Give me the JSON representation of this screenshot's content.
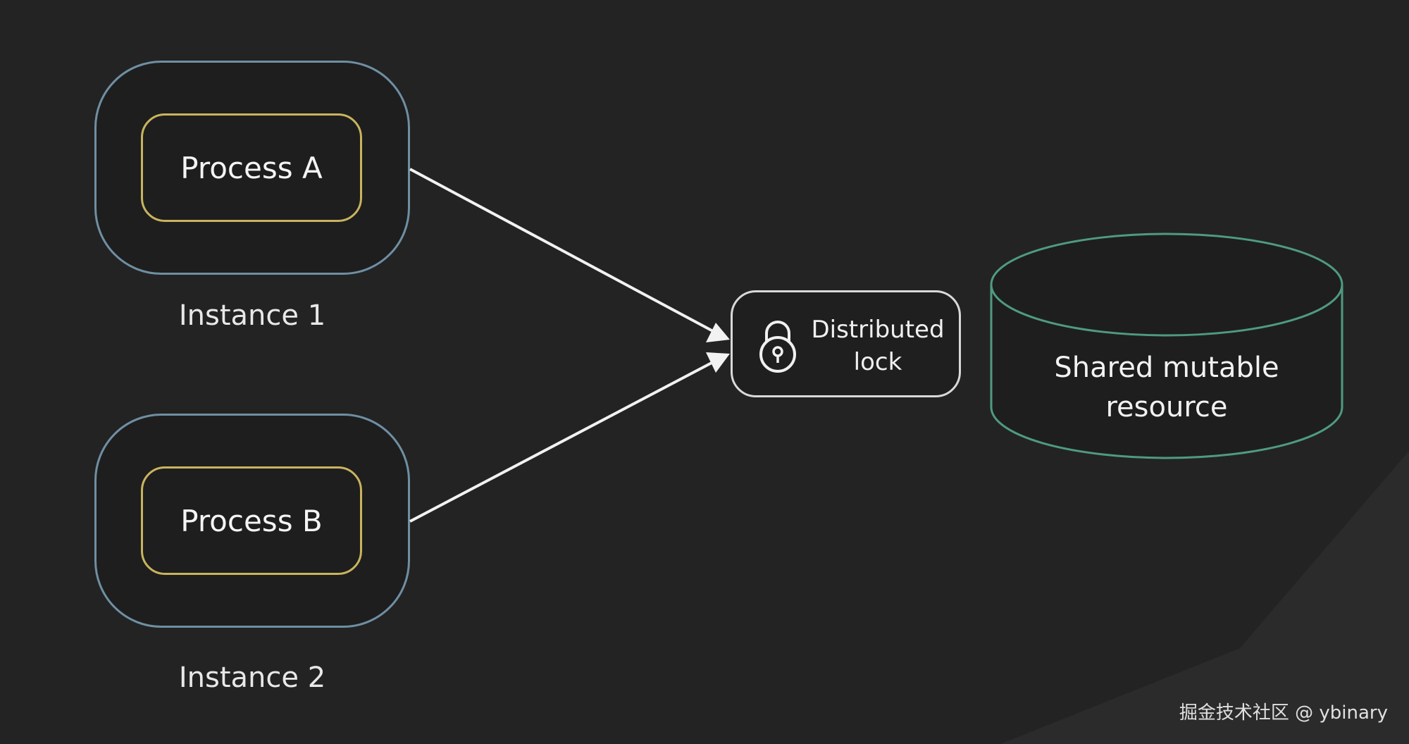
{
  "instances": [
    {
      "process": "Process A",
      "label": "Instance 1"
    },
    {
      "process": "Process B",
      "label": "Instance 2"
    }
  ],
  "lock": {
    "line1": "Distributed",
    "line2": "lock"
  },
  "resource": {
    "line1": "Shared mutable",
    "line2": "resource"
  },
  "watermark": "掘金技术社区 @ ybinary",
  "colors": {
    "background": "#232323",
    "instance_border": "#6f8fa3",
    "process_border": "#c9b45e",
    "lock_border": "#d9d9d9",
    "resource_border": "#4f9a82",
    "arrow": "#f2f2f2"
  }
}
